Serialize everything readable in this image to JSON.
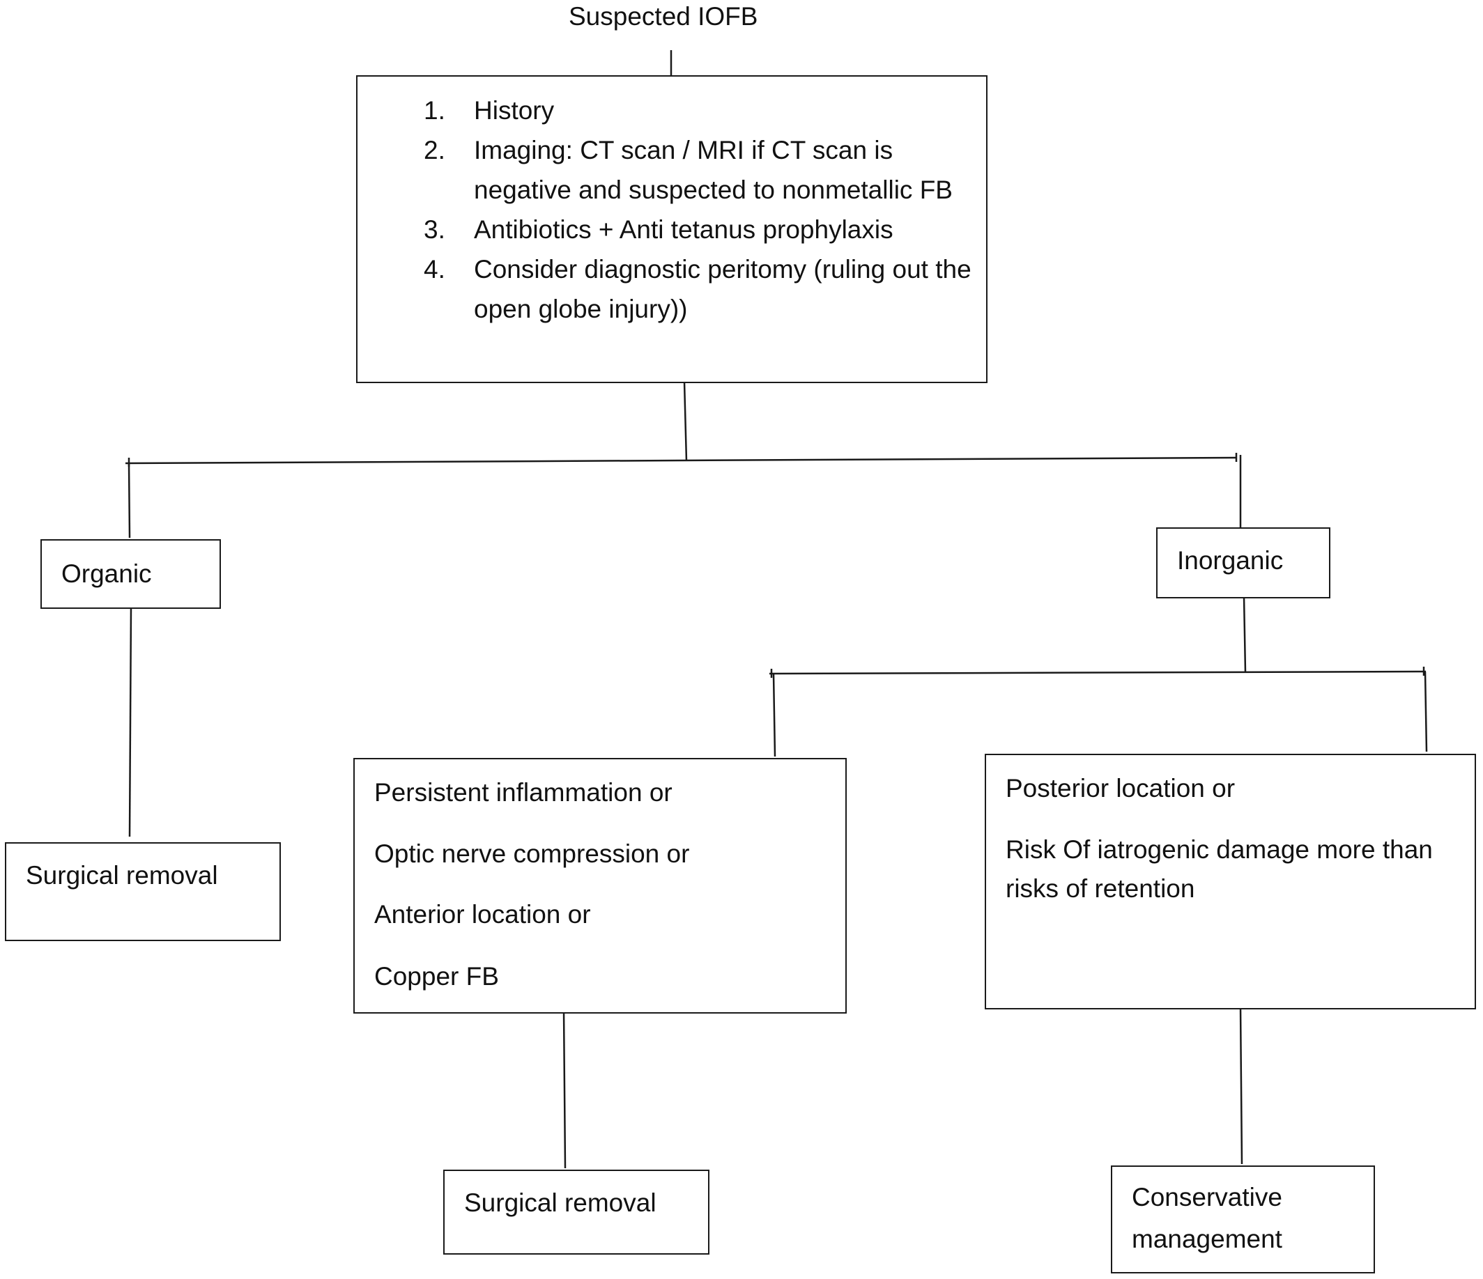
{
  "title": "Suspected IOFB",
  "steps": [
    {
      "num": "1.",
      "text": "History"
    },
    {
      "num": "2.",
      "text": "Imaging: CT scan / MRI if CT scan is negative and suspected to nonmetallic FB"
    },
    {
      "num": "3.",
      "text": "Antibiotics + Anti tetanus prophylaxis"
    },
    {
      "num": "4.",
      "text": "Consider diagnostic peritomy (ruling out the open globe injury))"
    }
  ],
  "organic": {
    "label": "Organic",
    "outcome": "Surgical removal"
  },
  "inorganic": {
    "label": "Inorganic",
    "left_conditions": [
      "Persistent inflammation or",
      "Optic nerve compression or",
      "Anterior location or",
      "Copper FB"
    ],
    "left_outcome": "Surgical removal",
    "right_conditions": [
      "Posterior location or",
      "Risk Of iatrogenic damage more than risks of retention"
    ],
    "right_outcome": "Conservative management"
  }
}
